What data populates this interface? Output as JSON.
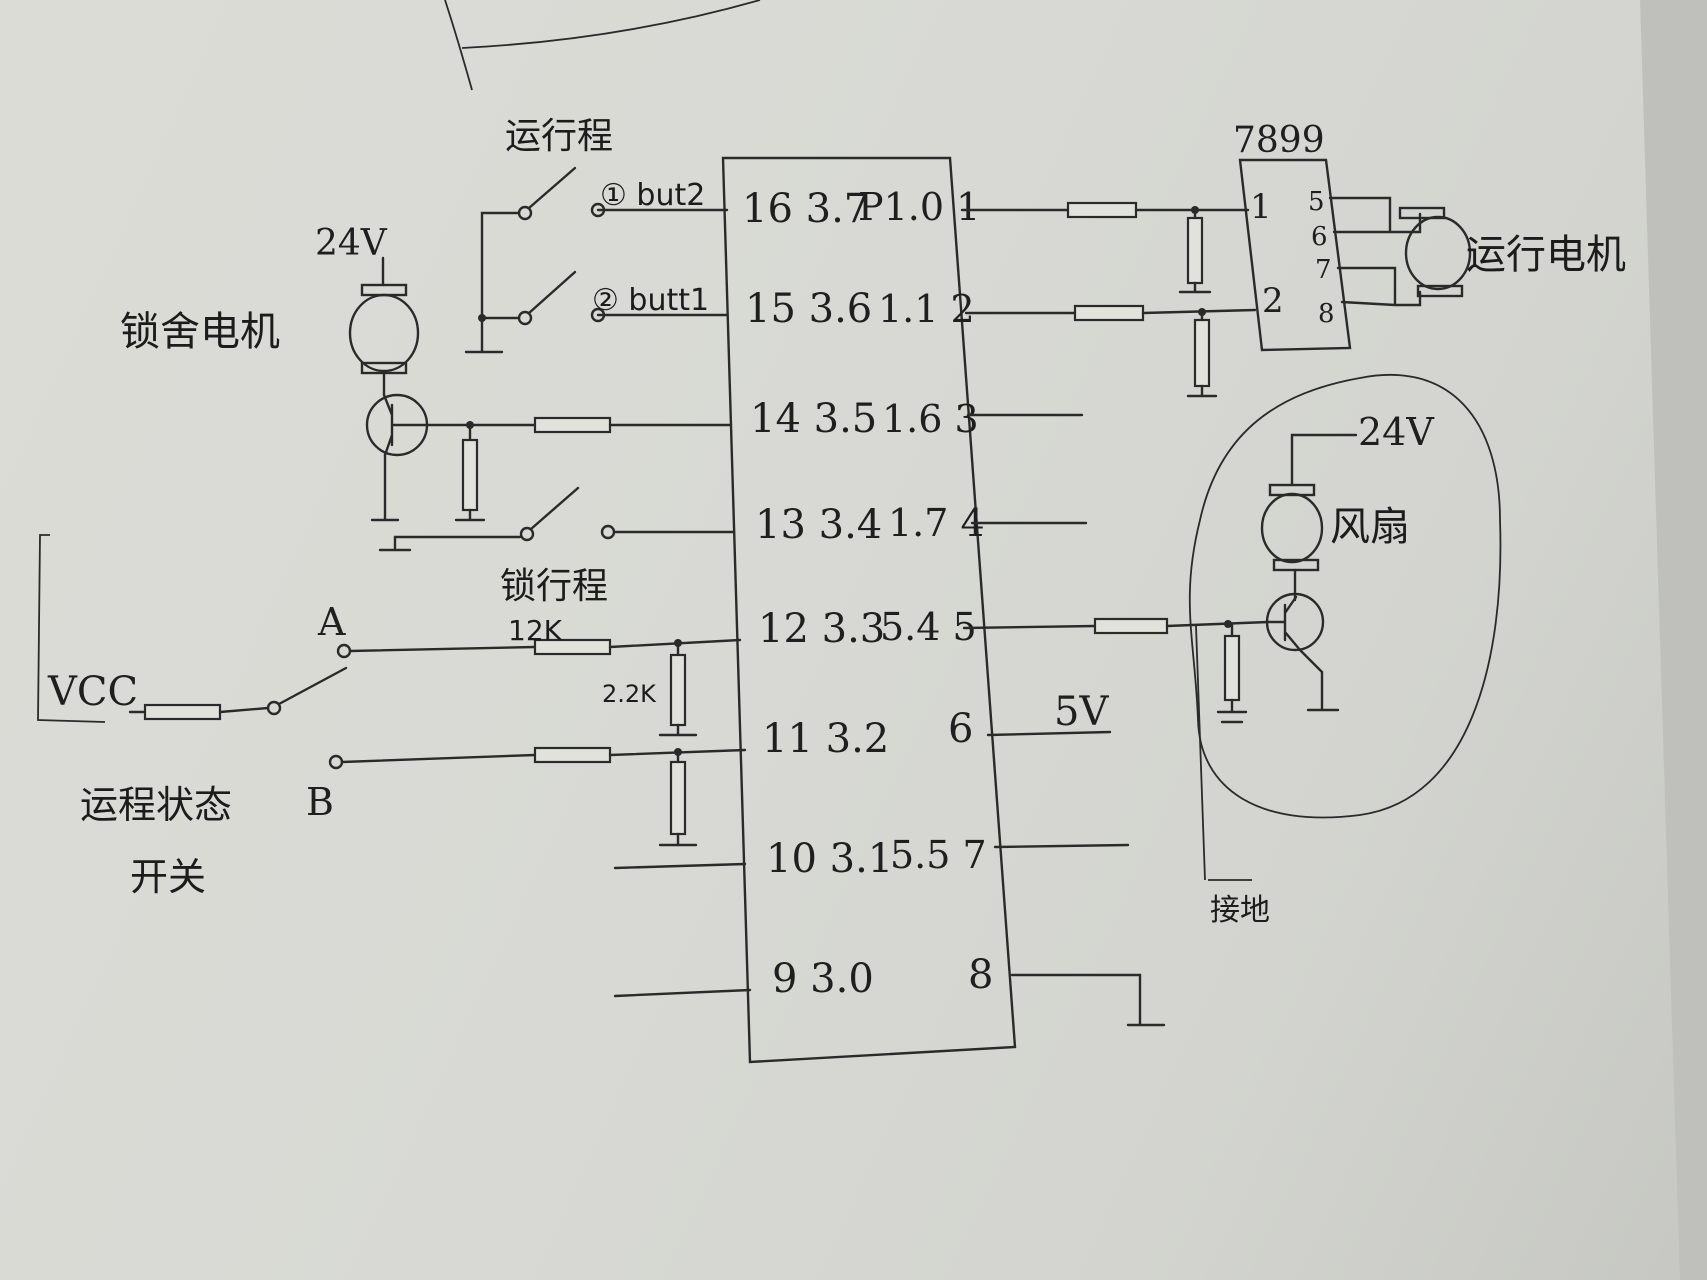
{
  "ic": {
    "left_pins": [
      "16 3.7",
      "15 3.6",
      "14 3.5",
      "13 3.4",
      "12 3.3",
      "11 3.2",
      "10 3.1",
      "9 3.0"
    ],
    "right_pins": [
      "P1.0 1",
      "1.1 2",
      "1.6 3",
      "1.7 4",
      "5.4 5",
      "6",
      "5.5 7",
      "8"
    ]
  },
  "driver": {
    "name": "7899",
    "pins": [
      "1",
      "2",
      "5",
      "6",
      "7",
      "8"
    ]
  },
  "labels": {
    "run_limit": "运行程",
    "but2": "① but2",
    "but1": "② butt1",
    "v24_left": "24V",
    "lock_motor": "锁舍电机",
    "lock_limit": "锁行程",
    "run_motor": "运行电机",
    "v24_right": "24V",
    "fan": "风扇",
    "v5": "5V",
    "a": "A",
    "b": "B",
    "vcc": "VCC",
    "r12k": "12K",
    "r22k": "2.2K",
    "switch_line1": "运程状态",
    "switch_line2": "开关",
    "ground_note": "接地"
  }
}
